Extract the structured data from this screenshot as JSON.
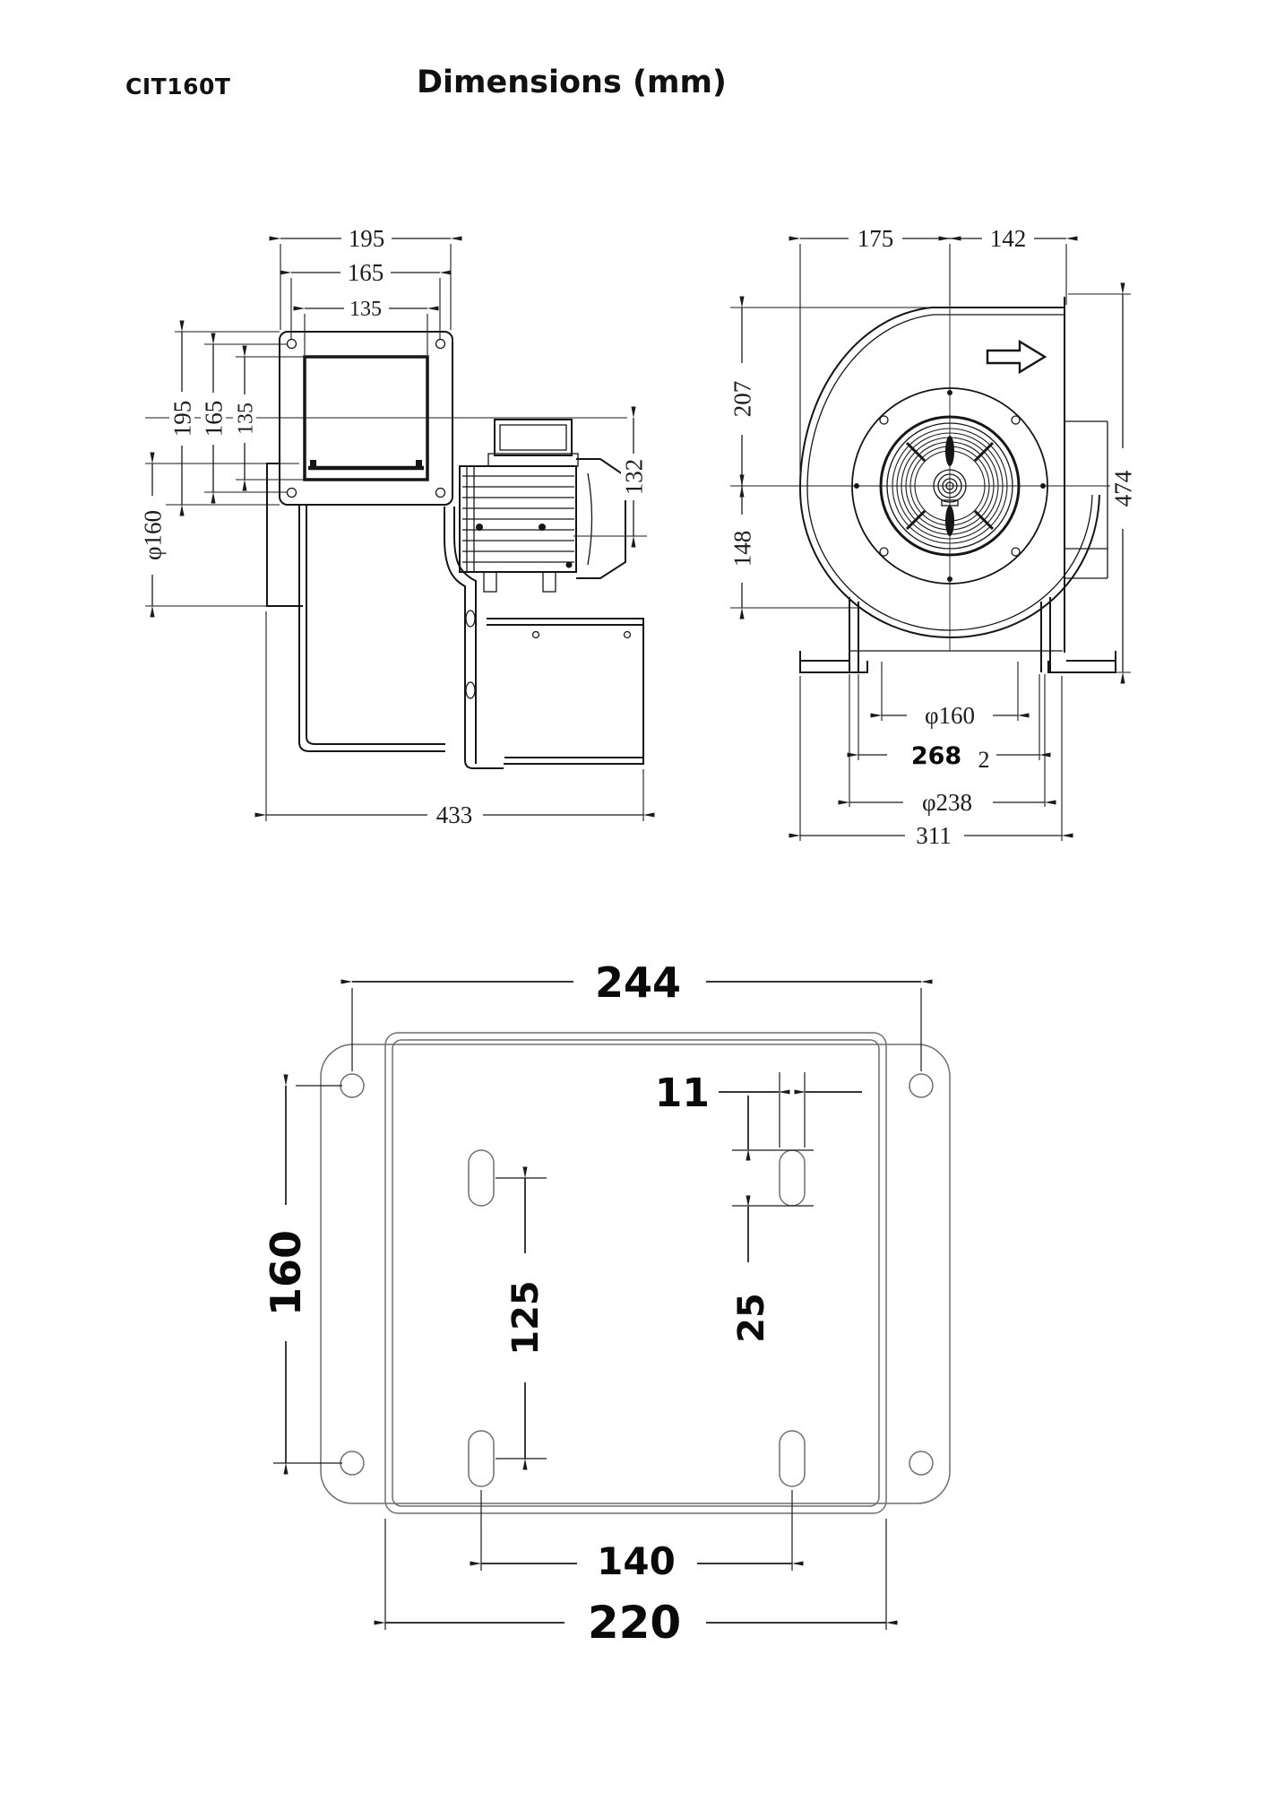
{
  "header": {
    "model": "CIT160T",
    "title": "Dimensions (mm)"
  },
  "side_view": {
    "dims": {
      "top_outer": "195",
      "top_mid": "165",
      "top_inner": "135",
      "left_outer": "195",
      "left_mid": "165",
      "left_inner": "135",
      "inlet_diameter": "φ160",
      "motor_axis_height": "132",
      "overall_length": "433"
    }
  },
  "front_view": {
    "airflow_icon": "arrow-right",
    "dims": {
      "top_left": "175",
      "top_right": "142",
      "left_upper": "207",
      "left_lower": "148",
      "overall_height": "474",
      "outlet_diameter": "φ160",
      "bolt_circle": "268",
      "bolt_circle_suffix": "2",
      "flange_diameter": "φ238",
      "base_width": "311"
    }
  },
  "plate_view": {
    "dims": {
      "hole_pitch_x": "244",
      "hole_pitch_y": "160",
      "slot_width": "11",
      "slot_pitch_y": "125",
      "slot_length": "25",
      "slot_pitch_x": "140",
      "plate_width": "220"
    }
  }
}
